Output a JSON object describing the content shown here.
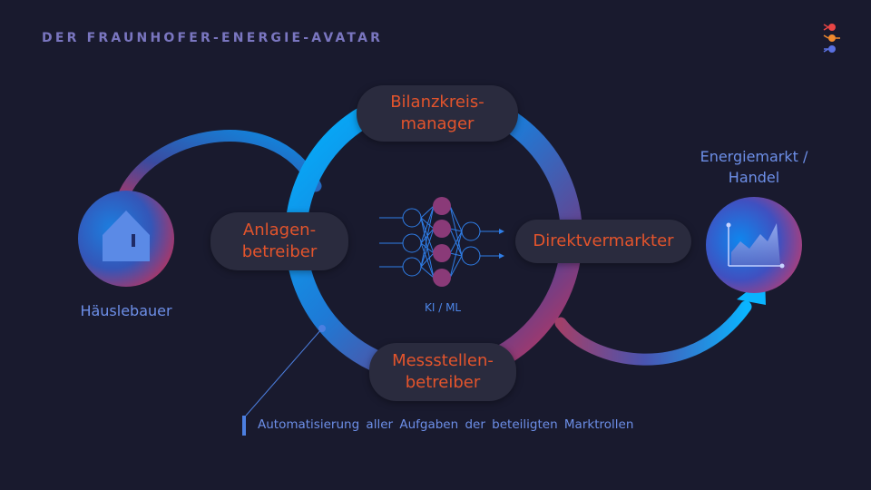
{
  "title": "DER FRAUNHOFER-ENERGIE-AVATAR",
  "roles": {
    "bilanzkreis": [
      "Bilanzkreis-",
      "manager"
    ],
    "anlagen": [
      "Anlagen-",
      "betreiber"
    ],
    "direkt": [
      "Direktvermarkter"
    ],
    "messstellen": [
      "Messstellen-",
      "betreiber"
    ]
  },
  "labels": {
    "house": "Häuslebauer",
    "market": [
      "Energiemarkt /",
      "Handel"
    ],
    "ai": "KI / ML"
  },
  "footer": "Automatisierung aller Aufgaben der beteiligten Marktrollen",
  "colors": {
    "background": "#191a2e",
    "title": "#7a76c0",
    "role_text": "#e3542c",
    "blue": "#00a6f0",
    "magenta": "#cc3456",
    "label": "#6d8fe8"
  },
  "icons": [
    "house-icon",
    "market-chart-icon",
    "neural-network-icon",
    "fraunhofer-logo-icon"
  ]
}
